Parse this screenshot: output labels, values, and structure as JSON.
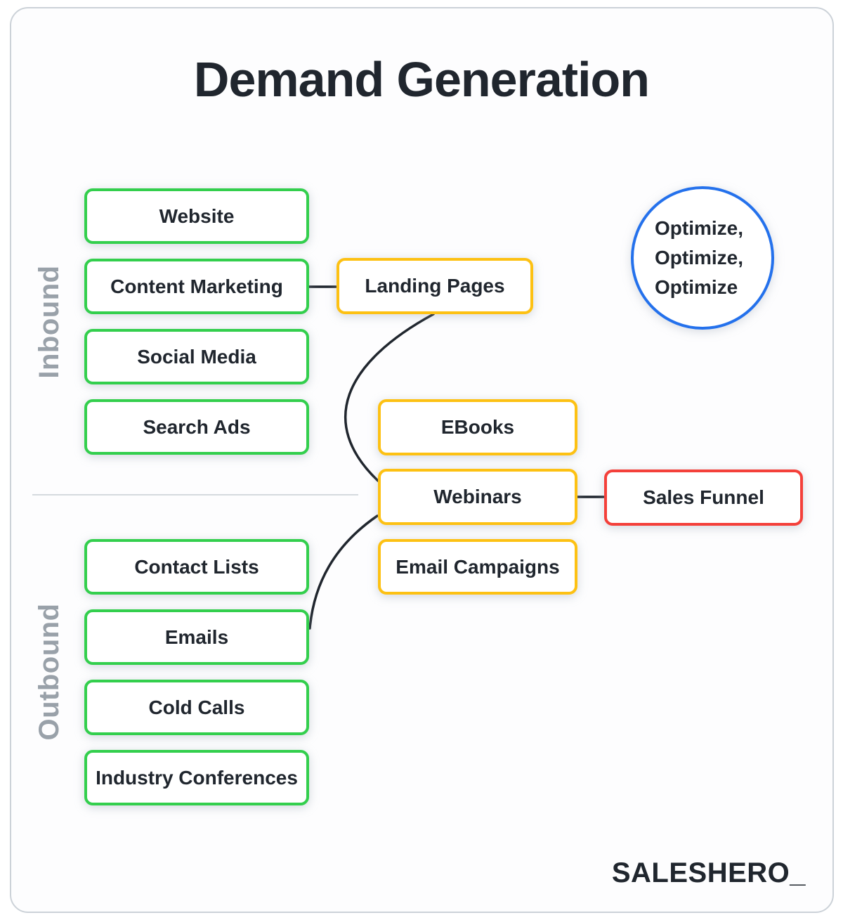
{
  "title": "Demand Generation",
  "brand": "SALESHERO_",
  "inbound": {
    "label": "Inbound",
    "items": [
      {
        "label": "Website"
      },
      {
        "label": "Content Marketing"
      },
      {
        "label": "Social Media"
      },
      {
        "label": "Search Ads"
      }
    ]
  },
  "outbound": {
    "label": "Outbound",
    "items": [
      {
        "label": "Contact Lists"
      },
      {
        "label": "Emails"
      },
      {
        "label": "Cold Calls"
      },
      {
        "label": "Industry Conferences"
      }
    ]
  },
  "assets": {
    "items": [
      {
        "label": "Landing Pages"
      },
      {
        "label": "EBooks"
      },
      {
        "label": "Webinars"
      },
      {
        "label": "Email Campaigns"
      }
    ]
  },
  "funnel": {
    "label": "Sales Funnel"
  },
  "note": {
    "line1": "Optimize,",
    "line2": "Optimize,",
    "line3": "Optimize"
  },
  "colors": {
    "green": "#33cf4d",
    "yellow": "#fdc113",
    "red": "#f4403a",
    "blue": "#2471ec",
    "connector": "#20262e",
    "section_label": "#99a1a9",
    "text": "#20262e"
  }
}
